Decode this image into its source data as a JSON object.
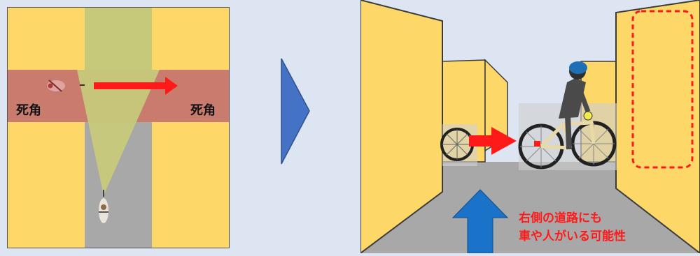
{
  "left_map": {
    "blind_spot_left": "死角",
    "blind_spot_right": "死角"
  },
  "right_scene": {
    "warning_line1": "右側の道路にも",
    "warning_line2": "車や人がいる可能性"
  },
  "colors": {
    "background": "#dde5f3",
    "building": "#fdd768",
    "building_edge": "#3b3b3b",
    "road": "#a8a8a8",
    "blind_zone": "#c97b6e",
    "view_cone": "#c6c97a",
    "danger_arrow": "#ff1a1a",
    "next_arrow": "#4472c4",
    "forward_arrow": "#1a73c8",
    "warning_text": "#ff1a1a"
  }
}
